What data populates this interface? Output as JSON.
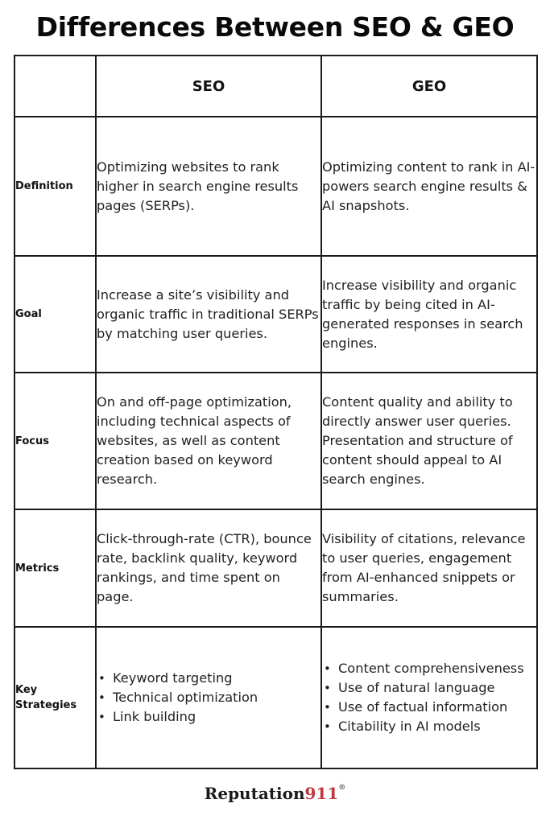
{
  "title": "Differences Between SEO & GEO",
  "table": {
    "headers": [
      "",
      "SEO",
      "GEO"
    ],
    "rows": [
      {
        "label": "Definition",
        "seo": "Optimizing websites to rank higher in search engine results pages (SERPs).",
        "geo": "Optimizing content to rank in AI-powers search engine results & AI snapshots."
      },
      {
        "label": "Goal",
        "seo": "Increase a site’s visibility and organic traffic in traditional SERPs by matching user queries.",
        "geo": "Increase visibility and organic traffic by being cited in AI-generated responses in search engines."
      },
      {
        "label": "Focus",
        "seo": "On and off-page optimization, including technical aspects of websites, as well as content creation based on keyword research.",
        "geo": "Content quality and ability to directly answer user queries. Presentation and structure of content should appeal to AI search engines."
      },
      {
        "label": "Metrics",
        "seo": "Click-through-rate (CTR), bounce rate, backlink quality, keyword rankings, and time spent on page.",
        "geo": "Visibility of citations, relevance to user queries, engagement from AI-enhanced snippets or summaries."
      },
      {
        "label_line1": "Key",
        "label_line2": "Strategies",
        "seo_items": [
          "Keyword targeting",
          "Technical optimization",
          "Link building"
        ],
        "geo_items": [
          "Content comprehensiveness",
          "Use of natural language",
          "Use of factual information",
          "Citability in AI models"
        ]
      }
    ]
  },
  "footer": {
    "brand_text": "Reputation",
    "brand_number": "911",
    "brand_mark": "®",
    "brand_number_color": "#c0393f"
  }
}
